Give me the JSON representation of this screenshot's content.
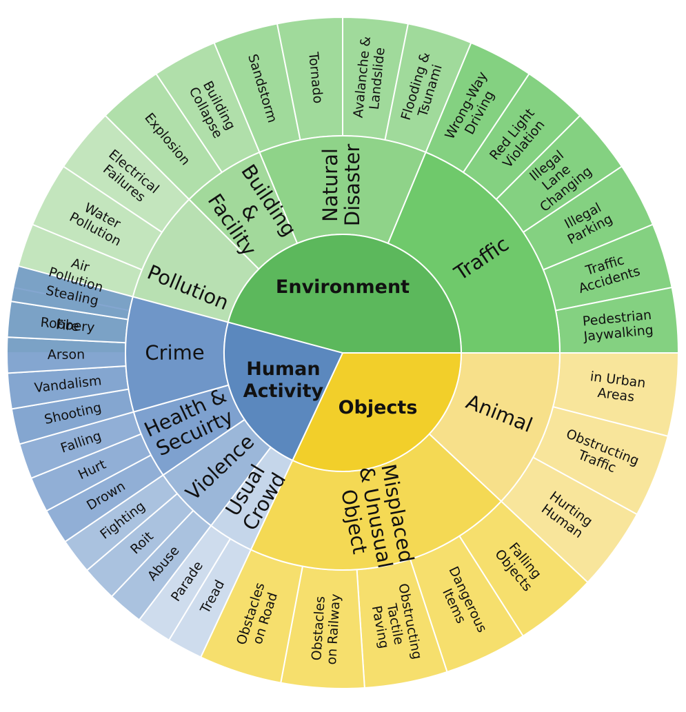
{
  "sunburst": {
    "roots": [
      {
        "label": "Environment",
        "color": "#5cb85c",
        "children": [
          {
            "label": "Pollution",
            "color": "#b8e0b2",
            "leaves": [
              "Fire",
              "Air Pollution",
              "Water Pollution",
              "Electrical Failures"
            ]
          },
          {
            "label": "Building & Facility",
            "color": "#a2d99b",
            "leaves": [
              "Explosion",
              "Building Collapse"
            ]
          },
          {
            "label": "Natural Disaster",
            "color": "#8fd389",
            "leaves": [
              "Sandstorm",
              "Tornado",
              "Avalanche & Landslide",
              "Flooding & Tsunami"
            ]
          },
          {
            "label": "Traffic",
            "color": "#6fc96b",
            "leaves": [
              "Wrong-Way Driving",
              "Red Light Violation",
              "Illegal Lane Changing",
              "Illegal Parking",
              "Traffic Accidents",
              "Pedestrian Jaywalking"
            ]
          }
        ]
      },
      {
        "label": "Objects",
        "color": "#f2cf2a",
        "children": [
          {
            "label": "Animal",
            "color": "#f7e08a",
            "leaves": [
              "in Urban Areas",
              "Obstructing Traffic",
              "Hurting Human"
            ]
          },
          {
            "label": "Misplaced & Unusual Object",
            "color": "#f4d954",
            "leaves": [
              "Falling Objects",
              "Dangerous Items",
              "Obstructing Tactile Paving",
              "Obstacles on Railway",
              "Obstacles on Road"
            ]
          }
        ]
      },
      {
        "label": "Human Activity",
        "color": "#5b88be",
        "children": [
          {
            "label": "Usual Crowd",
            "color": "#c5d6ea",
            "leaves": [
              "Tread",
              "Parade"
            ]
          },
          {
            "label": "Violence",
            "color": "#9bb7d9",
            "leaves": [
              "Abuse",
              "Roit",
              "Fighting"
            ]
          },
          {
            "label": "Health & Secuirty",
            "color": "#7ea1cf",
            "leaves": [
              "Drown",
              "Hurt",
              "Falling"
            ]
          },
          {
            "label": "Crime",
            "color": "#6f96c8",
            "leaves": [
              "Shooting",
              "Vandalism",
              "Arson",
              "Robbery",
              "Stealing"
            ]
          }
        ]
      }
    ]
  }
}
